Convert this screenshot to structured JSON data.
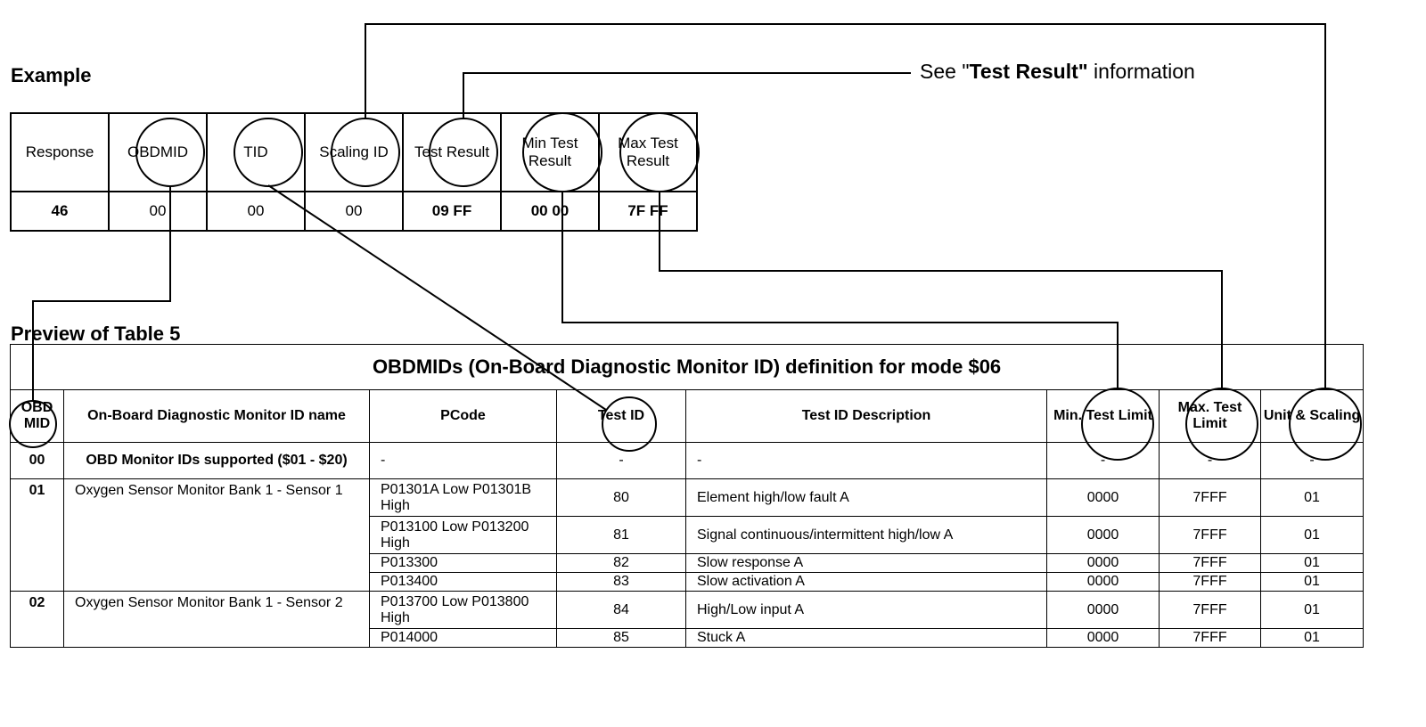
{
  "headings": {
    "example": "Example",
    "preview": "Preview of Table 5"
  },
  "note": {
    "prefix": "See \"",
    "bold": "Test Result\"",
    "suffix": " information"
  },
  "example": {
    "headers": [
      "Response",
      "OBDMID",
      "TID",
      "Scaling ID",
      "Test Result",
      "Min Test Result",
      "Max Test Result"
    ],
    "values": [
      "46",
      "00",
      "00",
      "00",
      "09 FF",
      "00 00",
      "7F FF"
    ]
  },
  "table5": {
    "title": "OBDMIDs (On-Board Diagnostic Monitor ID) definition for mode $06",
    "headers": [
      "OBD MID",
      "On-Board Diagnostic Monitor ID name",
      "PCode",
      "Test ID",
      "Test ID Description",
      "Min. Test Limit",
      "Max. Test Limit",
      "Unit & Scaling"
    ],
    "row00": {
      "mid": "00",
      "name": "OBD Monitor IDs supported ($01 - $20)",
      "pcode": "-",
      "tid": "-",
      "desc": "-",
      "min": "-",
      "max": "-",
      "unit": "-"
    },
    "groups": [
      {
        "mid": "01",
        "name": "Oxygen Sensor Monitor Bank 1 - Sensor 1",
        "rows": [
          {
            "pcode": "P01301A Low P01301B High",
            "tid": "80",
            "desc": "Element high/low fault A",
            "min": "0000",
            "max": "7FFF",
            "unit": "01"
          },
          {
            "pcode": "P013100 Low P013200 High",
            "tid": "81",
            "desc": "Signal continuous/intermittent high/low A",
            "min": "0000",
            "max": "7FFF",
            "unit": "01"
          },
          {
            "pcode": "P013300",
            "tid": "82",
            "desc": "Slow response A",
            "min": "0000",
            "max": "7FFF",
            "unit": "01"
          },
          {
            "pcode": "P013400",
            "tid": "83",
            "desc": "Slow activation A",
            "min": "0000",
            "max": "7FFF",
            "unit": "01"
          }
        ]
      },
      {
        "mid": "02",
        "name": "Oxygen Sensor Monitor Bank 1 - Sensor 2",
        "rows": [
          {
            "pcode": "P013700 Low P013800 High",
            "tid": "84",
            "desc": "High/Low input A",
            "min": "0000",
            "max": "7FFF",
            "unit": "01"
          },
          {
            "pcode": "P014000",
            "tid": "85",
            "desc": "Stuck A",
            "min": "0000",
            "max": "7FFF",
            "unit": "01"
          }
        ]
      }
    ]
  }
}
